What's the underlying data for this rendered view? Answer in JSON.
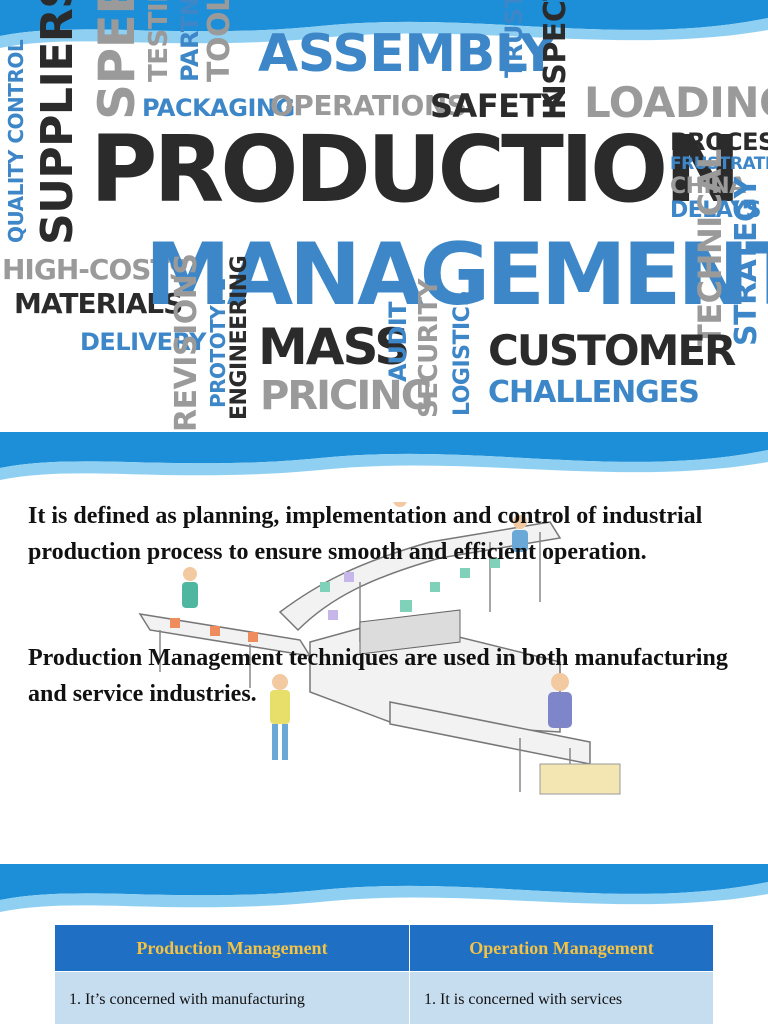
{
  "slide1": {
    "words": {
      "testing": "TESTING",
      "partners": "PARTNERS",
      "tooling": "TOOLING",
      "speed": "SPEED",
      "assembly": "ASSEMBLY",
      "trust": "TRUST",
      "inspection": "INSPECTION",
      "quality_control": "QUALITY CONTROL",
      "suppliers": "SUPPLIERS",
      "packaging": "PACKAGING",
      "operations": "OPERATIONS",
      "safety": "SAFETY",
      "loading": "LOADING",
      "production": "PRODUCTION",
      "process": "PROCESS",
      "frustration": "FRUSTRATION",
      "china": "CHINA",
      "delays": "DELAYS",
      "high_costs": "HIGH-COSTS",
      "materials": "MATERIALS",
      "management": "MANAGEMENT",
      "technical": "TECHNICAL",
      "strategy": "STRATEGY",
      "delivery": "DELIVERY",
      "revisions": "REVISIONS",
      "prototype": "PROTOTYPE",
      "engineering": "ENGINEERING",
      "mass": "MASS",
      "pricing": "PRICING",
      "audit": "AUDIT",
      "security": "SECURITY",
      "logistics": "LOGISTICS",
      "customer": "CUSTOMER",
      "challenges": "CHALLENGES"
    }
  },
  "slide2": {
    "paragraph1": "It is defined as planning, implementation  and control of industrial  production process to ensure smooth and efficient operation.",
    "paragraph2": "Production Management techniques are used in both manufacturing and service industries."
  },
  "slide3": {
    "headers": [
      "Production Management",
      "Operation Management"
    ],
    "row1": [
      "1. It’s concerned with manufacturing",
      "1. It is concerned with services"
    ]
  },
  "colors": {
    "wave_blue": "#1c8fd8",
    "wave_light": "#8fd0f2",
    "word_blue": "#3d87c8",
    "word_dark": "#2b2b2b",
    "word_grey": "#9a9a9a",
    "table_header_bg": "#1f6fc5",
    "table_header_text": "#f5c343",
    "table_cell_bg": "#c6dcef"
  }
}
